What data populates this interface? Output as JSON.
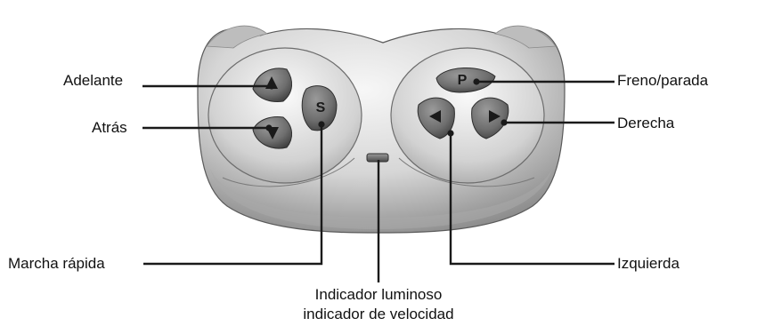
{
  "labels": {
    "forward": "Adelante",
    "backward": "Atrás",
    "brake": "Freno/parada",
    "right": "Derecha",
    "speed": "Marcha rápida",
    "left": "Izquierda",
    "indicator_line1": "Indicador luminoso",
    "indicator_line2": "indicador de velocidad"
  },
  "buttons": {
    "speed_glyph": "S",
    "brake_glyph": "P"
  },
  "colors": {
    "body_light": "#e6e6e6",
    "body_dark": "#8c8c8c",
    "button_face": "#777777",
    "button_dark": "#3a3a3a",
    "leader_line": "#1a1a1a"
  }
}
